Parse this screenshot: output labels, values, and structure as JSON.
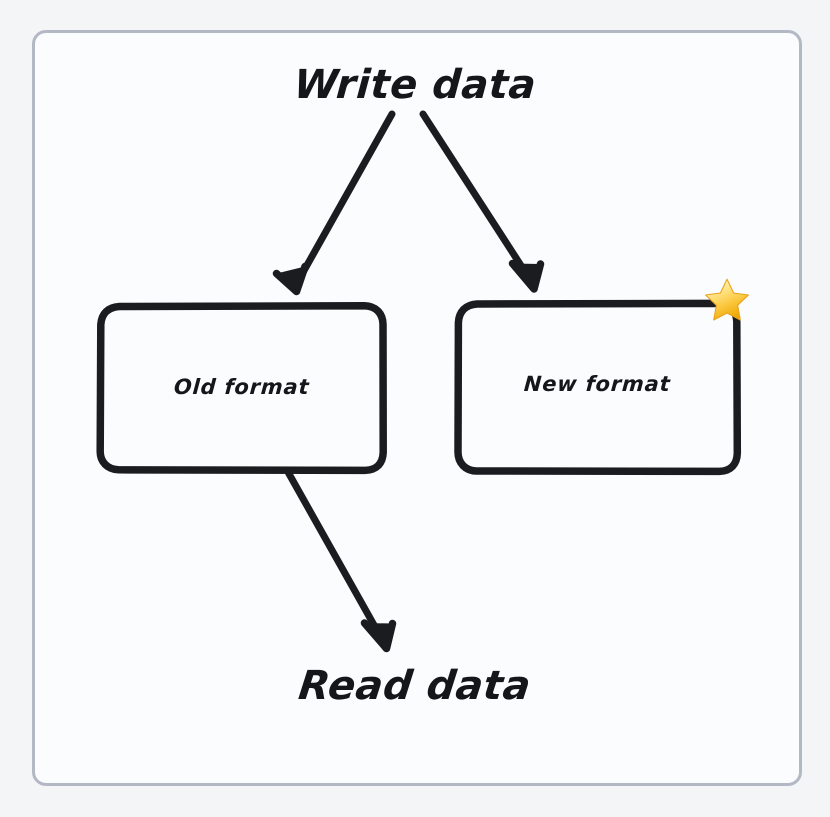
{
  "diagram": {
    "type": "flow-diagram",
    "title_top": "Write data",
    "title_bottom": "Read data",
    "frame": {
      "border_color": "#b2b8c4",
      "fill_color": "#fbfcfd"
    },
    "page_background": "#f4f5f7",
    "stroke_color": "#1a1c20",
    "nodes": [
      {
        "id": "old-format",
        "label": "Old format",
        "badge": null
      },
      {
        "id": "new-format",
        "label": "New format",
        "badge": "star-emoji"
      }
    ],
    "edges": [
      {
        "from": "Write data",
        "to": "Old format"
      },
      {
        "from": "Write data",
        "to": "New format"
      },
      {
        "from": "Old format",
        "to": "Read data"
      }
    ],
    "badge": {
      "name": "star-icon",
      "glyph": "★",
      "color_light": "#ffe07a",
      "color_mid": "#fbc02d",
      "color_dark": "#f0a500"
    }
  }
}
